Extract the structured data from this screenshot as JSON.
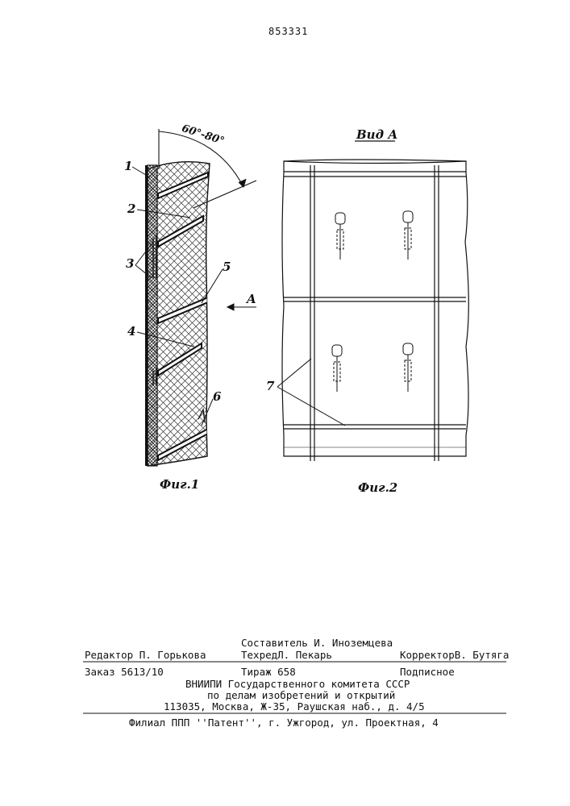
{
  "patent_number": "853331",
  "figure1": {
    "angle_label": "60°-80°",
    "labels": [
      "1",
      "2",
      "3",
      "5",
      "A",
      "4",
      "6"
    ],
    "caption": "Фиг.1"
  },
  "figure2": {
    "view_label": "Вид А",
    "label_7": "7",
    "caption": "Фиг.2"
  },
  "footer": {
    "compiler": "Составитель И. Иноземцева",
    "editor": "Редактор П. Горькова",
    "techred": "ТехредЛ. Пекарь",
    "corrector": "КорректорВ. Бутяга",
    "order": "Заказ 5613/10",
    "circulation": "Тираж 658",
    "subscription": "Подписное",
    "org_line1": "ВНИИПИ Государственного комитета СССР",
    "org_line2": "по делам изобретений и открытий",
    "address": "113035, Москва, Ж-35, Раушская наб., д. 4/5",
    "branch": "Филиал ППП ''Патент'', г. Ужгород, ул. Проектная, 4"
  }
}
